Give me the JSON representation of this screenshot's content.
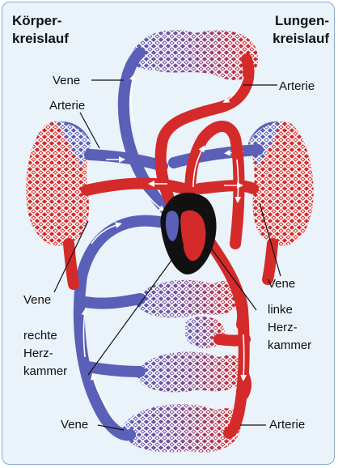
{
  "titles": {
    "left_line1": "Körper-",
    "left_line2": "kreislauf",
    "right_line1": "Lungen-",
    "right_line2": "kreislauf"
  },
  "labels": {
    "vene_top": "Vene",
    "arterie_top_right": "Arterie",
    "arterie_left": "Arterie",
    "vene_left": "Vene",
    "vene_right": "Vene",
    "rechte_l1": "rechte",
    "rechte_l2": "Herz-",
    "rechte_l3": "kammer",
    "linke_l1": "linke",
    "linke_l2": "Herz-",
    "linke_l3": "kammer",
    "vene_bottom": "Vene",
    "arterie_bottom": "Arterie"
  },
  "colors": {
    "arterial": "#d42a2a",
    "venous": "#5a5fb8",
    "heart_dark": "#111111",
    "background": "#eaf2fa",
    "border": "#8aa8c8",
    "capillary_net": "#ffffff"
  }
}
